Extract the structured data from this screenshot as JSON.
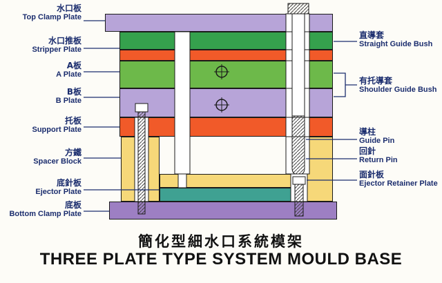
{
  "left_labels": [
    {
      "zh": "水口板",
      "en": "Top Clamp Plate"
    },
    {
      "zh": "水口推板",
      "en": "Stripper Plate"
    },
    {
      "zh": "A板",
      "en": "A Plate"
    },
    {
      "zh": "B板",
      "en": "B Plate"
    },
    {
      "zh": "托板",
      "en": "Support Plate"
    },
    {
      "zh": "方鐵",
      "en": "Spacer Block"
    },
    {
      "zh": "底針板",
      "en": "Ejector Plate"
    },
    {
      "zh": "底板",
      "en": "Bottom Clamp Plate"
    }
  ],
  "right_labels": [
    {
      "zh": "直導套",
      "en": "Straight Guide Bush"
    },
    {
      "zh": "有托導套",
      "en": "Shoulder Guide Bush"
    },
    {
      "zh": "導柱",
      "en": "Guide Pin"
    },
    {
      "zh": "回針",
      "en": "Return Pin"
    },
    {
      "zh": "面針板",
      "en": "Ejector Retainer Plate"
    }
  ],
  "title": {
    "zh": "簡化型細水口系統模架",
    "en": "THREE PLATE TYPE SYSTEM MOULD BASE"
  },
  "colors": {
    "plate_purple": "#b7a4d8",
    "plate_green_dark": "#35a14d",
    "plate_green_light": "#6db94a",
    "plate_orange": "#f15a29",
    "plate_yellow": "#f6d879",
    "plate_teal": "#3fa192",
    "plate_bottom_purple": "#9d7fc3",
    "label_text": "#1b2d6e",
    "title_text": "#111111"
  }
}
